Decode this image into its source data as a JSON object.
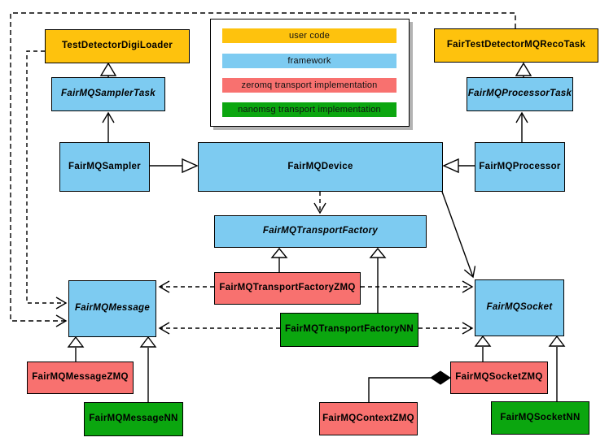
{
  "colors": {
    "user_code": "#FEC20D",
    "framework": "#7DCBF1",
    "zeromq": "#F8716F",
    "nanomsg": "#0BA60F",
    "edge": "#000000",
    "legend_shadow": "#b3b3b3"
  },
  "legend": {
    "items": [
      {
        "label": "user code",
        "color": "#FEC20D"
      },
      {
        "label": "framework",
        "color": "#7DCBF1"
      },
      {
        "label": "zeromq transport implementation",
        "color": "#F8716F"
      },
      {
        "label": "nanomsg transport implementation",
        "color": "#0BA60F"
      }
    ]
  },
  "nodes": {
    "test_detector_digi_loader": {
      "label": "TestDetectorDigiLoader"
    },
    "fair_test_detector_mq_reco_task": {
      "label": "FairTestDetectorMQRecoTask"
    },
    "fairmq_sampler_task": {
      "label": "FairMQSamplerTask"
    },
    "fairmq_processor_task": {
      "label": "FairMQProcessorTask"
    },
    "fairmq_sampler": {
      "label": "FairMQSampler"
    },
    "fairmq_device": {
      "label": "FairMQDevice"
    },
    "fairmq_processor": {
      "label": "FairMQProcessor"
    },
    "fairmq_transport_factory": {
      "label": "FairMQTransportFactory"
    },
    "fairmq_transport_factory_zmq": {
      "label": "FairMQTransportFactoryZMQ"
    },
    "fairmq_transport_factory_nn": {
      "label": "FairMQTransportFactoryNN"
    },
    "fairmq_message": {
      "label": "FairMQMessage"
    },
    "fairmq_socket": {
      "label": "FairMQSocket"
    },
    "fairmq_message_zmq": {
      "label": "FairMQMessageZMQ"
    },
    "fairmq_message_nn": {
      "label": "FairMQMessageNN"
    },
    "fairmq_context_zmq": {
      "label": "FairMQContextZMQ"
    },
    "fairmq_socket_zmq": {
      "label": "FairMQSocketZMQ"
    },
    "fairmq_socket_nn": {
      "label": "FairMQSocketNN"
    }
  }
}
